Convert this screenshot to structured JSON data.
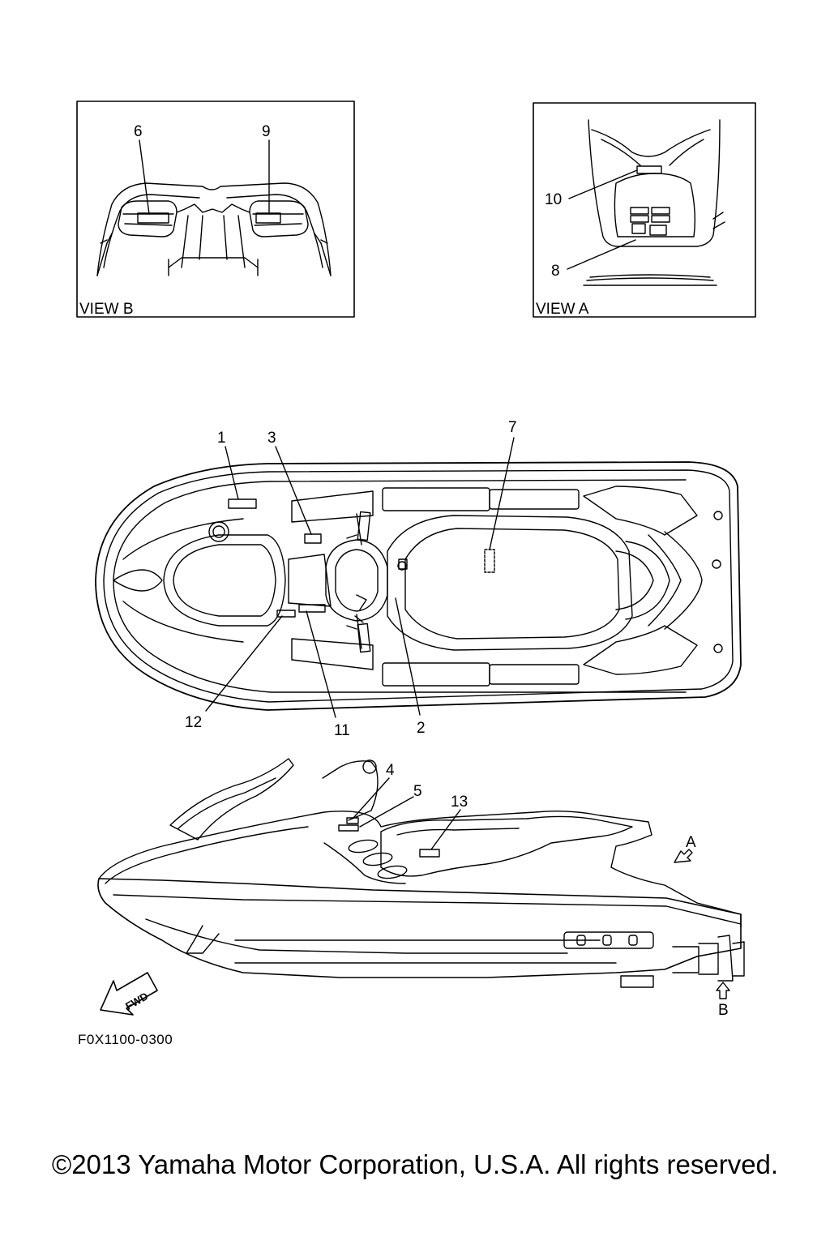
{
  "views": {
    "view_b": {
      "label": "VIEW B"
    },
    "view_a": {
      "label": "VIEW A"
    }
  },
  "callouts": {
    "c1": "1",
    "c2": "2",
    "c3": "3",
    "c4": "4",
    "c5": "5",
    "c6": "6",
    "c7": "7",
    "c8": "8",
    "c9": "9",
    "c10": "10",
    "c11": "11",
    "c12": "12",
    "c13": "13"
  },
  "direction_letters": {
    "a": "A",
    "b": "B"
  },
  "fwd_arrow": {
    "label": "FWD"
  },
  "figure_code": "F0X1100-0300",
  "copyright": "©2013 Yamaha Motor Corporation, U.S.A. All rights reserved."
}
